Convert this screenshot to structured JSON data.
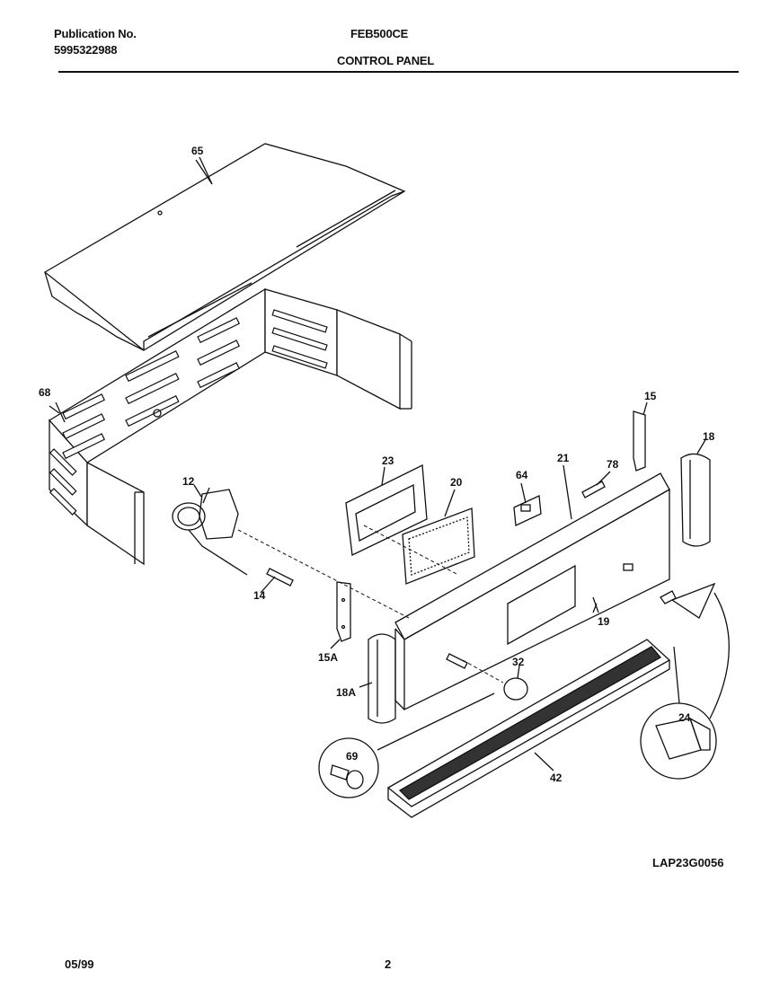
{
  "header": {
    "publication_label": "Publication No.",
    "publication_number": "5995322988",
    "model": "FEB500CE",
    "section": "CONTROL PANEL"
  },
  "footer": {
    "date": "05/99",
    "page": "2",
    "reference": "LAP23G0056"
  },
  "callouts": {
    "c65": "65",
    "c68": "68",
    "c12": "12",
    "c14": "14",
    "c15A": "15A",
    "c18A": "18A",
    "c23": "23",
    "c20": "20",
    "c64": "64",
    "c21": "21",
    "c78": "78",
    "c15": "15",
    "c18": "18",
    "c19": "19",
    "c32": "32",
    "c42": "42",
    "c69": "69",
    "c24": "24"
  }
}
